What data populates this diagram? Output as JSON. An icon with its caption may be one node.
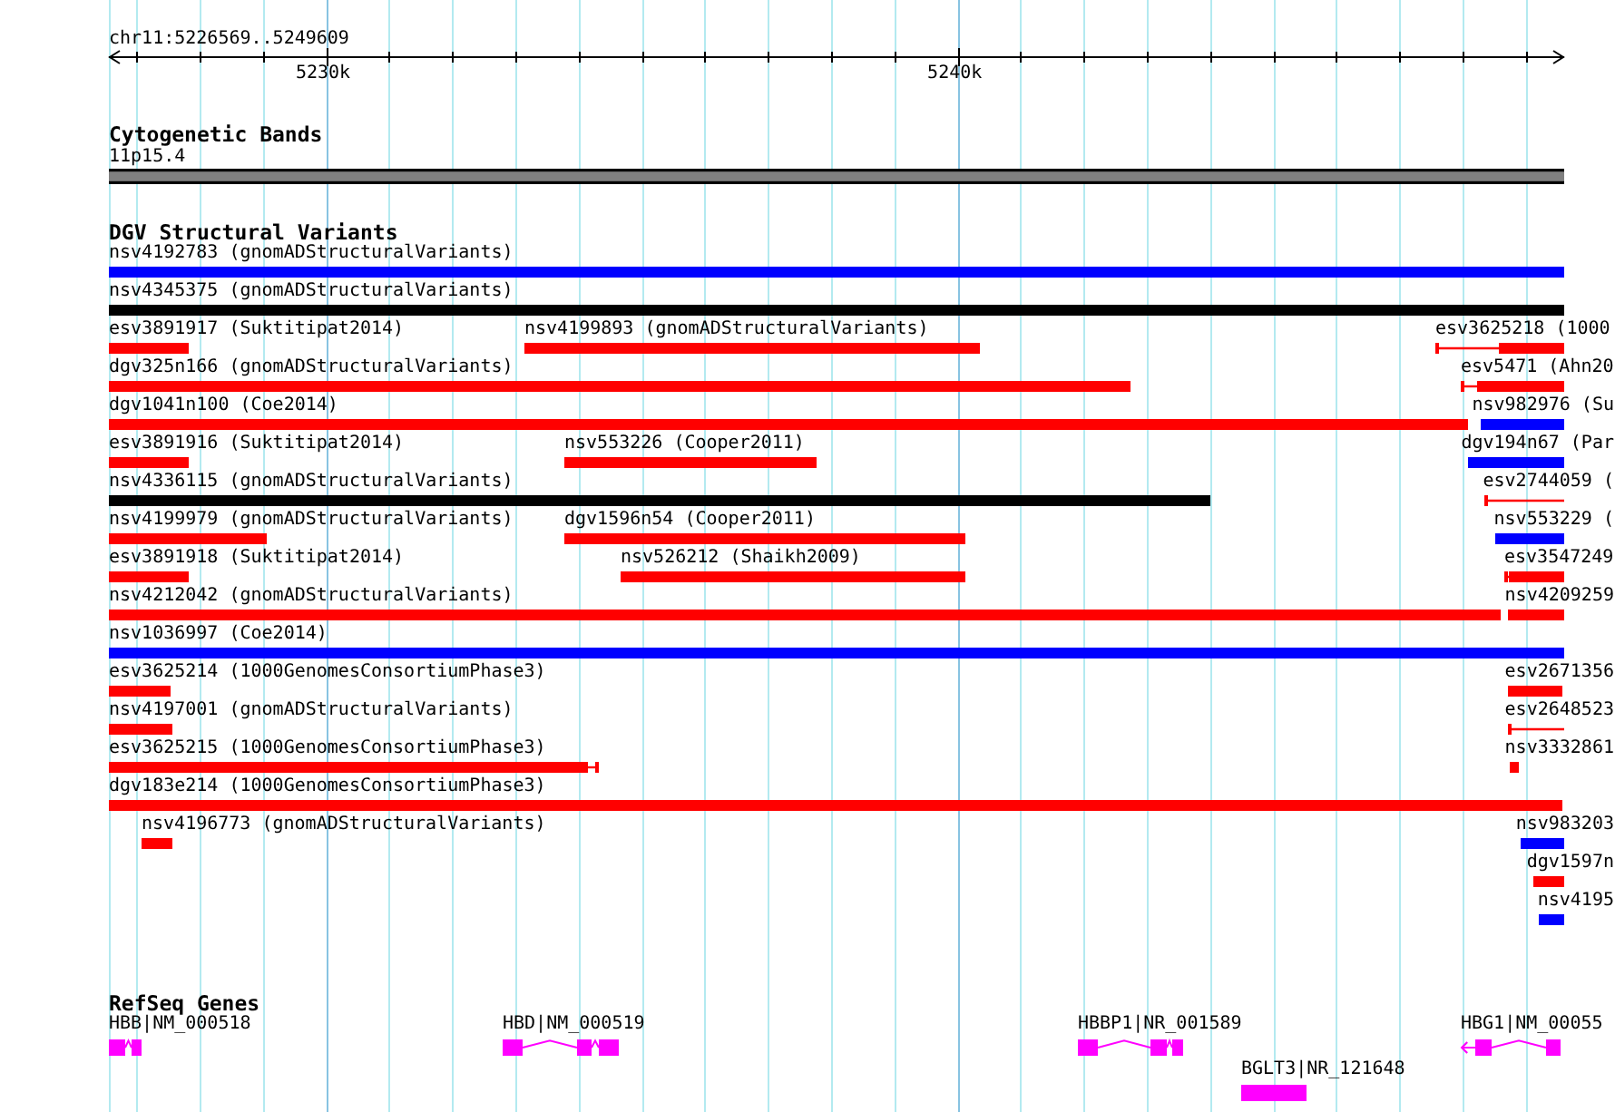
{
  "diagram": {
    "nodes": [
      {
        "text": [],
        "shape": "bar",
        "beside": [
          "11p15.4"
        ]
      },
      {
        "text": [],
        "shape": "bar",
        "beside": [
          "nsv4192783 (gnomADStructuralVariants)"
        ]
      },
      {
        "text": [],
        "shape": "bar",
        "beside": [
          "nsv4345375 (gnomADStructuralVariants)"
        ]
      },
      {
        "text": [],
        "shape": "bar",
        "beside": [
          "esv3891917 (Suktitipat2014)"
        ]
      },
      {
        "text": [],
        "shape": "bar",
        "beside": [
          "nsv4199893 (gnomADStructuralVariants)"
        ]
      },
      {
        "text": [],
        "shape": "bar",
        "beside": [
          "esv3625218 (1000"
        ]
      },
      {
        "text": [],
        "shape": "bar",
        "beside": [
          "dgv325n166 (gnomADStructuralVariants)"
        ]
      },
      {
        "text": [],
        "shape": "bar",
        "beside": [
          "esv5471 (Ahn20"
        ]
      },
      {
        "text": [],
        "shape": "bar",
        "beside": [
          "dgv1041n100 (Coe2014)"
        ]
      },
      {
        "text": [],
        "shape": "bar",
        "beside": [
          "nsv982976 (Su"
        ]
      },
      {
        "text": [],
        "shape": "bar",
        "beside": [
          "esv3891916 (Suktitipat2014)"
        ]
      },
      {
        "text": [],
        "shape": "bar",
        "beside": [
          "nsv553226 (Cooper2011)"
        ]
      },
      {
        "text": [],
        "shape": "bar",
        "beside": [
          "dgv194n67 (Par"
        ]
      },
      {
        "text": [],
        "shape": "bar",
        "beside": [
          "nsv4336115 (gnomADStructuralVariants)"
        ]
      },
      {
        "text": [],
        "shape": "bar",
        "beside": [
          "esv2744059 ("
        ]
      },
      {
        "text": [],
        "shape": "bar",
        "beside": [
          "nsv4199979 (gnomADStructuralVariants)"
        ]
      },
      {
        "text": [],
        "shape": "bar",
        "beside": [
          "dgv1596n54 (Cooper2011)"
        ]
      },
      {
        "text": [],
        "shape": "bar",
        "beside": [
          "nsv553229 ("
        ]
      },
      {
        "text": [],
        "shape": "bar",
        "beside": [
          "esv3891918 (Suktitipat2014)"
        ]
      },
      {
        "text": [],
        "shape": "bar",
        "beside": [
          "nsv526212 (Shaikh2009)"
        ]
      },
      {
        "text": [],
        "shape": "bar",
        "beside": [
          "esv3547249"
        ]
      },
      {
        "text": [],
        "shape": "bar",
        "beside": [
          "nsv4212042 (gnomADStructuralVariants)"
        ]
      },
      {
        "text": [],
        "shape": "bar",
        "beside": [
          "nsv4209259"
        ]
      },
      {
        "text": [],
        "shape": "bar",
        "beside": [
          "nsv1036997 (Coe2014)"
        ]
      },
      {
        "text": [],
        "shape": "bar",
        "beside": [
          "esv3625214 (1000GenomesConsortiumPhase3)"
        ]
      },
      {
        "text": [],
        "shape": "bar",
        "beside": [
          "esv2671356"
        ]
      },
      {
        "text": [],
        "shape": "bar",
        "beside": [
          "nsv4197001 (gnomADStructuralVariants)"
        ]
      },
      {
        "text": [],
        "shape": "bar",
        "beside": [
          "esv2648523"
        ]
      },
      {
        "text": [],
        "shape": "bar",
        "beside": [
          "esv3625215 (1000GenomesConsortiumPhase3)"
        ]
      },
      {
        "text": [],
        "shape": "bar",
        "beside": [
          "nsv3332861"
        ]
      },
      {
        "text": [],
        "shape": "bar",
        "beside": [
          "dgv183e214 (1000GenomesConsortiumPhase3)"
        ]
      },
      {
        "text": [],
        "shape": "bar",
        "beside": [
          "nsv4196773 (gnomADStructuralVariants)"
        ]
      },
      {
        "text": [],
        "shape": "bar",
        "beside": [
          "nsv983203"
        ]
      },
      {
        "text": [],
        "shape": "bar",
        "beside": [
          "dgv1597n"
        ]
      },
      {
        "text": [],
        "shape": "bar",
        "beside": [
          "nsv4195"
        ]
      },
      {
        "text": [],
        "shape": "bar",
        "beside": [
          "HBB|NM_000518"
        ]
      },
      {
        "text": [],
        "shape": "bar",
        "beside": [
          "HBD|NM_000519"
        ]
      },
      {
        "text": [],
        "shape": "bar",
        "beside": [
          "HBBP1|NR_001589"
        ]
      },
      {
        "text": [],
        "shape": "bar",
        "beside": [
          "HBG1|NM_00055"
        ]
      },
      {
        "text": [],
        "shape": "bar",
        "beside": [
          "BGLT3|NR_121648"
        ]
      }
    ],
    "labels": [
      "chr11:5226569..5249609",
      "5230k",
      "5240k",
      "Cytogenetic Bands",
      "DGV Structural Variants",
      "RefSeq Genes"
    ]
  }
}
